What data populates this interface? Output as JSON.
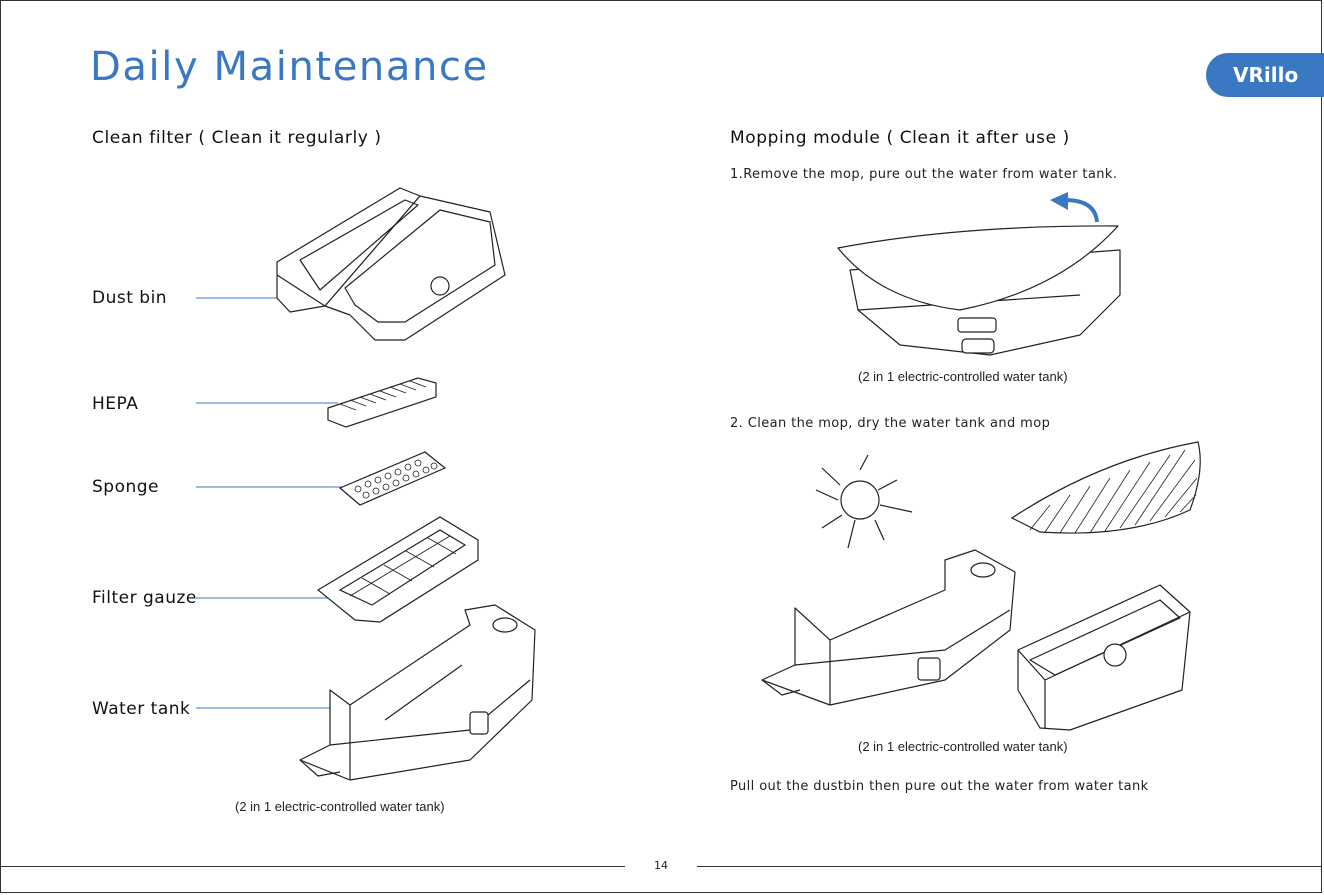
{
  "title": "Daily Maintenance",
  "brand": "VRillo",
  "left": {
    "heading": "Clean filter ( Clean it regularly )",
    "labels": [
      "Dust bin",
      "HEPA",
      "Sponge",
      "Filter gauze",
      "Water tank"
    ],
    "caption": "(2 in 1 electric-controlled water tank)"
  },
  "right": {
    "heading": "Mopping module ( Clean it after use )",
    "step1": "1.Remove the mop, pure out the water from water tank.",
    "caption1": "(2 in 1 electric-controlled water tank)",
    "step2": "2. Clean the mop, dry the water tank and mop",
    "caption2": "(2 in 1 electric-controlled water tank)",
    "note": "Pull out the dustbin then pure out the water from water tank"
  },
  "page_number": "14",
  "colors": {
    "accent": "#3a78c3"
  }
}
